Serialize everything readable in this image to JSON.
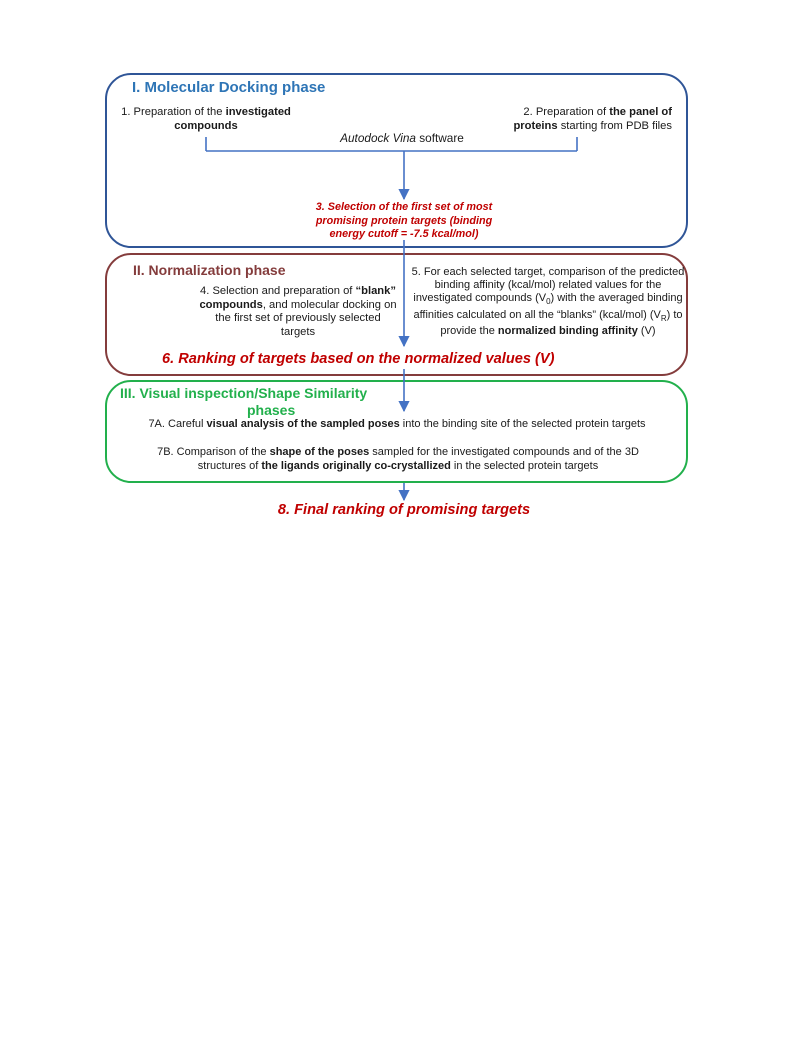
{
  "colors": {
    "phase1": "#2f5597",
    "phase1_title": "#2e75b6",
    "phase2": "#843c3c",
    "phase2_title": "#843c3c",
    "phase3": "#22b04c",
    "phase3_title": "#22b04c",
    "highlight": "#c00000",
    "arrow": "#4472c4"
  },
  "phase1": {
    "title": "I. Molecular Docking phase",
    "step1": {
      "prefix": "1. Preparation of the ",
      "bold": "investigated compounds"
    },
    "step2": {
      "prefix": "2. Preparation of ",
      "bold": "the panel of proteins",
      "suffix": " starting from PDB files"
    },
    "software": {
      "italic": "Autodock Vina",
      "suffix": " software"
    },
    "step3": "3. Selection of the first set of most promising protein targets (binding energy cutoff = -7.5 kcal/mol)"
  },
  "phase2": {
    "title": "II. Normalization phase",
    "step4": {
      "prefix": "4. Selection and preparation of ",
      "bold": "“blank” compounds",
      "suffix": ", and molecular docking on the first set of previously selected targets"
    },
    "step5": {
      "text1": "5. For each selected target, comparison of the predicted binding affinity (kcal/mol) related values for the investigated compounds (V",
      "sub1": "0",
      "text2": ") with the averaged binding affinities calculated on all the “blanks” (kcal/mol) (V",
      "sub2": "R",
      "text3": ") to provide the ",
      "bold": "normalized binding affinity",
      "suffix": " (V)"
    },
    "step6": "6. Ranking of targets based on the normalized values (V)"
  },
  "phase3": {
    "title_line1": "III. Visual inspection/Shape Similarity",
    "title_line2": "phases",
    "step7a": {
      "prefix": "7A. Careful ",
      "bold": "visual analysis of the sampled poses",
      "suffix": " into the binding site of the selected protein targets"
    },
    "step7b": {
      "prefix": "7B. Comparison of the ",
      "bold1": "shape of the poses",
      "mid": " sampled for the investigated compounds and of the 3D structures of ",
      "bold2": "the ligands originally co-crystallized",
      "suffix": " in the selected protein targets"
    }
  },
  "step8": "8. Final ranking of promising targets"
}
